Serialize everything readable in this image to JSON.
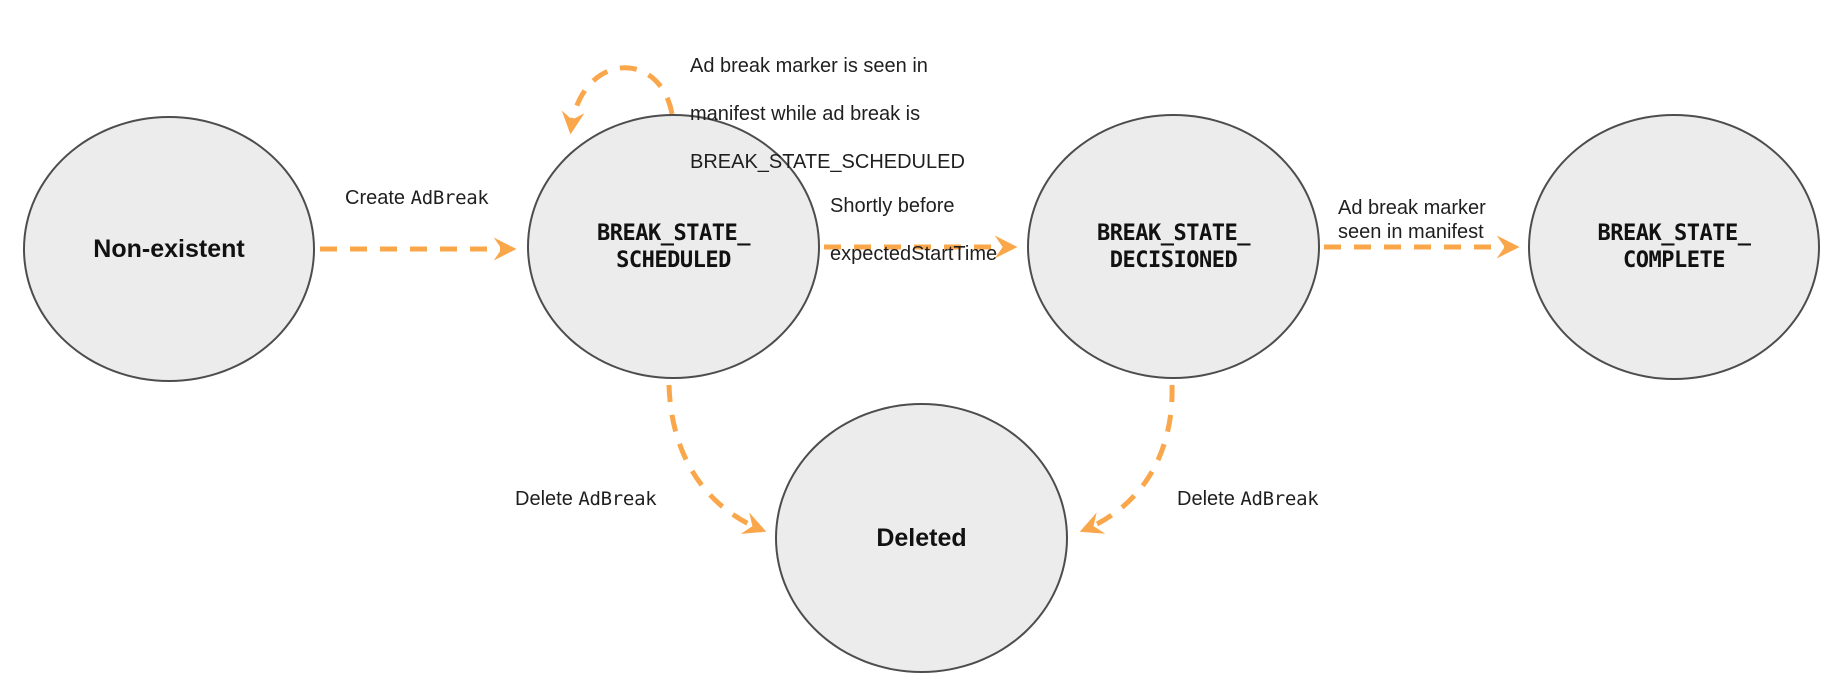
{
  "diagram": {
    "colors": {
      "arrow": "#FAA74B",
      "node_fill": "#ECECEC",
      "node_border": "#4D4D4D",
      "text": "#1F1F1F"
    },
    "states": {
      "non_existent": {
        "label": "Non-existent"
      },
      "scheduled": {
        "label": "BREAK_STATE_\nSCHEDULED"
      },
      "decisioned": {
        "label": "BREAK_STATE_\nDECISIONED"
      },
      "complete": {
        "label": "BREAK_STATE_\nCOMPLETE"
      },
      "deleted": {
        "label": "Deleted"
      }
    },
    "transitions": {
      "create": {
        "from": "non_existent",
        "to": "scheduled",
        "text": "Create ",
        "code": "AdBreak"
      },
      "self_loop": {
        "from": "scheduled",
        "to": "scheduled",
        "line1": "Ad break marker is seen in",
        "line2": "manifest while ad break is",
        "code": "BREAK_STATE_SCHEDULED"
      },
      "to_decisioned": {
        "from": "scheduled",
        "to": "decisioned",
        "text": "Shortly before",
        "code": "expectedStartTime"
      },
      "to_complete": {
        "from": "decisioned",
        "to": "complete",
        "text": "Ad break marker\nseen in manifest"
      },
      "delete_from_scheduled": {
        "from": "scheduled",
        "to": "deleted",
        "text": "Delete ",
        "code": "AdBreak"
      },
      "delete_from_decisioned": {
        "from": "decisioned",
        "to": "deleted",
        "text": "Delete ",
        "code": "AdBreak"
      }
    }
  }
}
